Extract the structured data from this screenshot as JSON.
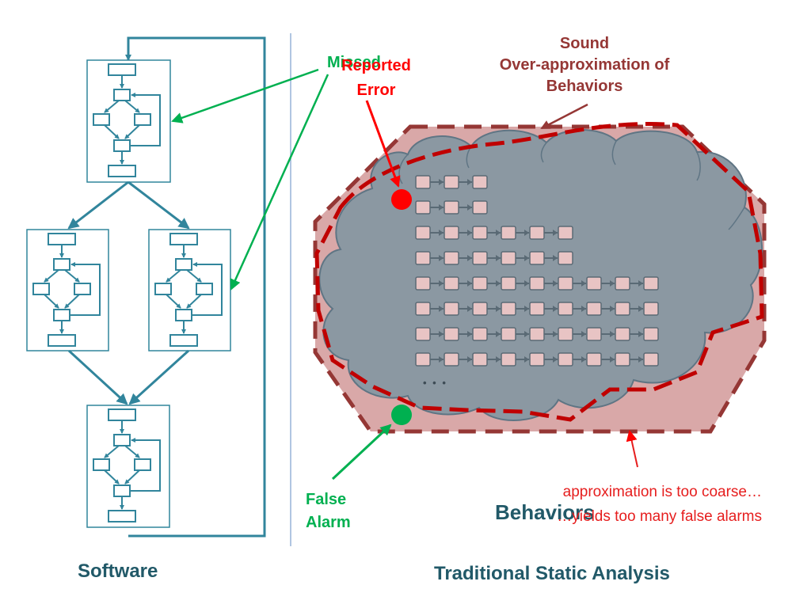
{
  "labels": {
    "software": "Software",
    "traditional_static_analysis": "Traditional Static Analysis",
    "sound_line1": "Sound",
    "sound_line2": "Over-approximation of",
    "sound_line3": "Behaviors",
    "missed_error": "Missed",
    "reported_line1": "Reported",
    "reported_line2": "Error",
    "false_alarm_line1": "False",
    "false_alarm_line2": "Alarm",
    "behaviors": "Behaviors",
    "coarse_line1": "approximation is too coarse…",
    "coarse_line2": "…yields too many false alarms",
    "ellipsis": "• • •"
  },
  "colors": {
    "teal": "#31859c",
    "title_teal": "#215968",
    "sound_red": "#953735",
    "green": "#00b050",
    "red": "#ff0000",
    "cloud_fill": "#8b98a2",
    "overapprox_fill": "#d9a8a8",
    "behavior_box": "#e8c4c4"
  },
  "behavior_rows": [
    3,
    3,
    6,
    6,
    9,
    9,
    9,
    9
  ]
}
